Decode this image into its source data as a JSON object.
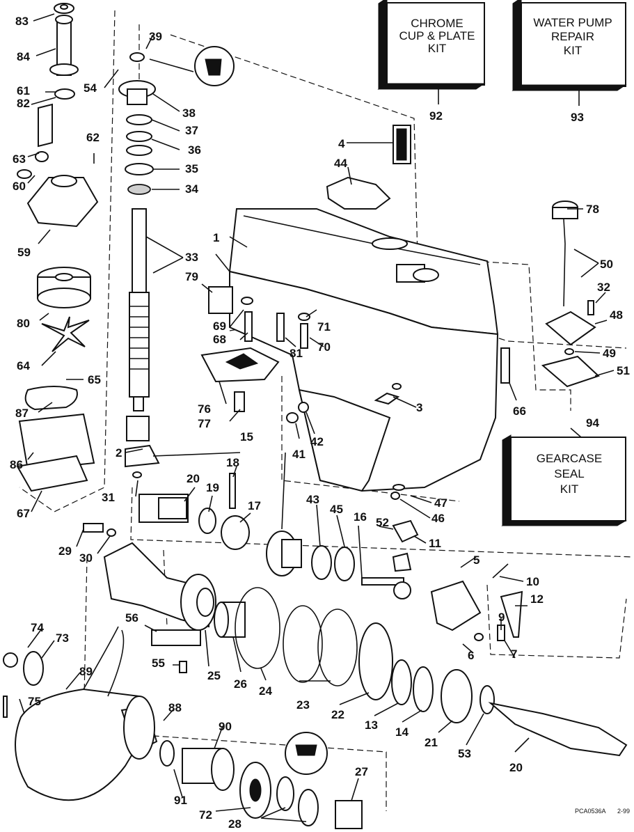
{
  "kits": [
    {
      "id": "kit-chrome",
      "lines": [
        "CHROME",
        "CUP & PLATE",
        "KIT"
      ],
      "ref": "92"
    },
    {
      "id": "kit-water-pump",
      "lines": [
        "WATER PUMP",
        "REPAIR",
        "KIT"
      ],
      "ref": "93"
    },
    {
      "id": "kit-gearcase-seal",
      "lines": [
        "GEARCASE",
        "SEAL",
        "KIT"
      ],
      "ref": "94"
    }
  ],
  "callouts": [
    "83",
    "84",
    "61",
    "82",
    "63",
    "60",
    "59",
    "80",
    "64",
    "65",
    "87",
    "86",
    "67",
    "54",
    "39",
    "38",
    "37",
    "36",
    "35",
    "34",
    "33",
    "62",
    "2",
    "31",
    "15",
    "18",
    "20",
    "19",
    "17",
    "1",
    "79",
    "69",
    "68",
    "81",
    "71",
    "70",
    "76",
    "77",
    "4",
    "44",
    "3",
    "41",
    "42",
    "43",
    "45",
    "16",
    "52",
    "11",
    "47",
    "46",
    "66",
    "78",
    "50",
    "32",
    "48",
    "49",
    "51",
    "29",
    "30",
    "56",
    "55",
    "25",
    "26",
    "24",
    "23",
    "22",
    "13",
    "14",
    "21",
    "53",
    "20b",
    "5",
    "10",
    "12",
    "9",
    "6",
    "7",
    "74",
    "73",
    "75",
    "89",
    "88",
    "90",
    "91",
    "72",
    "28",
    "27"
  ],
  "labels": {
    "83": "83",
    "84": "84",
    "61": "61",
    "82": "82",
    "63": "63",
    "60": "60",
    "59": "59",
    "80": "80",
    "64": "64",
    "65": "65",
    "87": "87",
    "86": "86",
    "67": "67",
    "54": "54",
    "39": "39",
    "38": "38",
    "37": "37",
    "36": "36",
    "35": "35",
    "34": "34",
    "33": "33",
    "62": "62",
    "2": "2",
    "31": "31",
    "15": "15",
    "18": "18",
    "20": "20",
    "19": "19",
    "17": "17",
    "1": "1",
    "79": "79",
    "69": "69",
    "68": "68",
    "81": "81",
    "71": "71",
    "70": "70",
    "76": "76",
    "77": "77",
    "4": "4",
    "44": "44",
    "3": "3",
    "41": "41",
    "42": "42",
    "43": "43",
    "45": "45",
    "16": "16",
    "52": "52",
    "11": "11",
    "47": "47",
    "46": "46",
    "66": "66",
    "78": "78",
    "50": "50",
    "32": "32",
    "48": "48",
    "49": "49",
    "51": "51",
    "29": "29",
    "30": "30",
    "56": "56",
    "55": "55",
    "25": "25",
    "26": "26",
    "24": "24",
    "23": "23",
    "22": "22",
    "13": "13",
    "14": "14",
    "21": "21",
    "53": "53",
    "20b": "20",
    "5": "5",
    "10": "10",
    "12": "12",
    "9": "9",
    "6": "6",
    "7": "7",
    "74": "74",
    "73": "73",
    "75": "75",
    "89": "89",
    "88": "88",
    "90": "90",
    "91": "91",
    "72": "72",
    "28": "28",
    "27": "27"
  },
  "footer": {
    "code": "PCA0536A",
    "date": "2-99"
  }
}
